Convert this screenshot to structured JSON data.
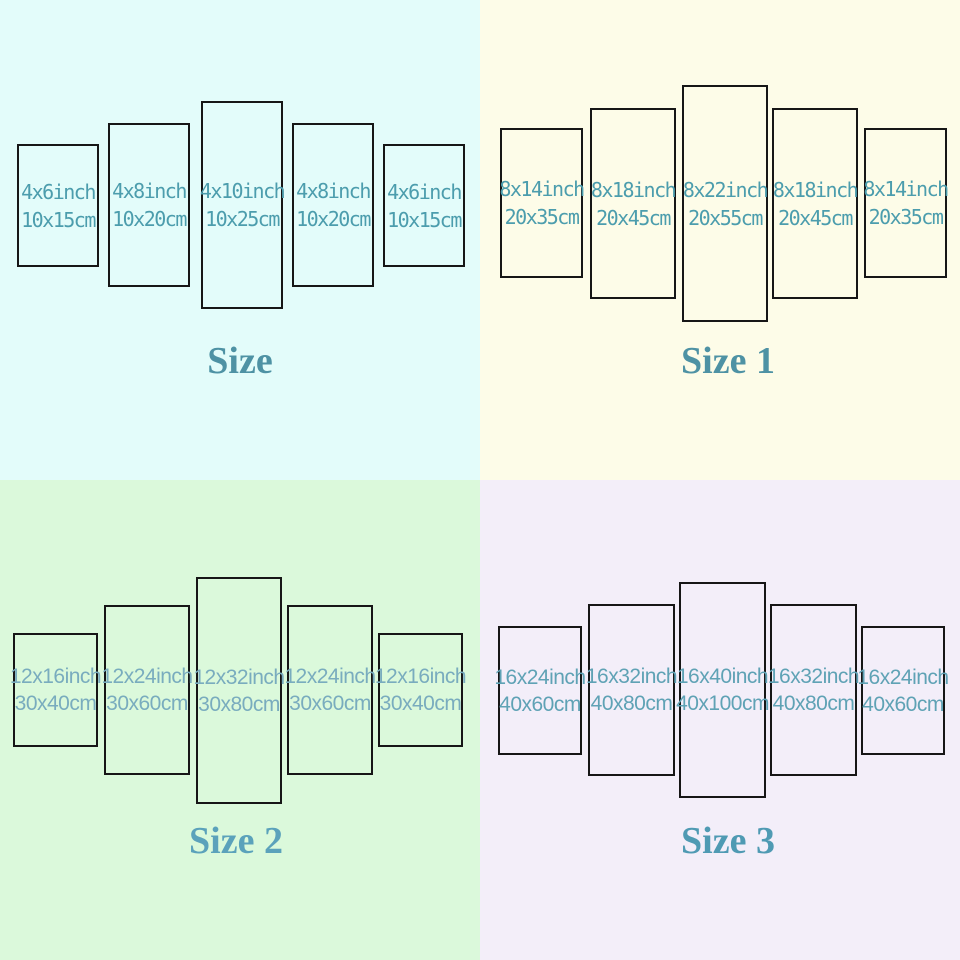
{
  "panel_border_color": "#161616",
  "quadrants": [
    {
      "id": "size",
      "title": "Size",
      "bg": "#e3fcfa",
      "label_color": "#4c9dad",
      "title_color": "#4e92a4",
      "panels": [
        {
          "line1": "4x6inch",
          "line2": "10x15cm"
        },
        {
          "line1": "4x8inch",
          "line2": "10x20cm"
        },
        {
          "line1": "4x10inch",
          "line2": "10x25cm"
        },
        {
          "line1": "4x8inch",
          "line2": "10x20cm"
        },
        {
          "line1": "4x6inch",
          "line2": "10x15cm"
        }
      ]
    },
    {
      "id": "size-1",
      "title": "Size 1",
      "bg": "#fdfce8",
      "label_color": "#4c9dad",
      "title_color": "#4e92a4",
      "panels": [
        {
          "line1": "8x14inch",
          "line2": "20x35cm"
        },
        {
          "line1": "8x18inch",
          "line2": "20x45cm"
        },
        {
          "line1": "8x22inch",
          "line2": "20x55cm"
        },
        {
          "line1": "8x18inch",
          "line2": "20x45cm"
        },
        {
          "line1": "8x14inch",
          "line2": "20x35cm"
        }
      ]
    },
    {
      "id": "size-2",
      "title": "Size 2",
      "bg": "#dbf9db",
      "label_color": "#79acbe",
      "title_color": "#5ba2bb",
      "panels": [
        {
          "line1": "12x16inch",
          "line2": "30x40cm"
        },
        {
          "line1": "12x24inch",
          "line2": "30x60cm"
        },
        {
          "line1": "12x32inch",
          "line2": "30x80cm"
        },
        {
          "line1": "12x24inch",
          "line2": "30x60cm"
        },
        {
          "line1": "12x16inch",
          "line2": "30x40cm"
        }
      ]
    },
    {
      "id": "size-3",
      "title": "Size 3",
      "bg": "#f3eef9",
      "label_color": "#5fa2b5",
      "title_color": "#4f9ab3",
      "panels": [
        {
          "line1": "16x24inch",
          "line2": "40x60cm"
        },
        {
          "line1": "16x32inch",
          "line2": "40x80cm"
        },
        {
          "line1": "16x40inch",
          "line2": "40x100cm"
        },
        {
          "line1": "16x32inch",
          "line2": "40x80cm"
        },
        {
          "line1": "16x24inch",
          "line2": "40x60cm"
        }
      ]
    }
  ]
}
